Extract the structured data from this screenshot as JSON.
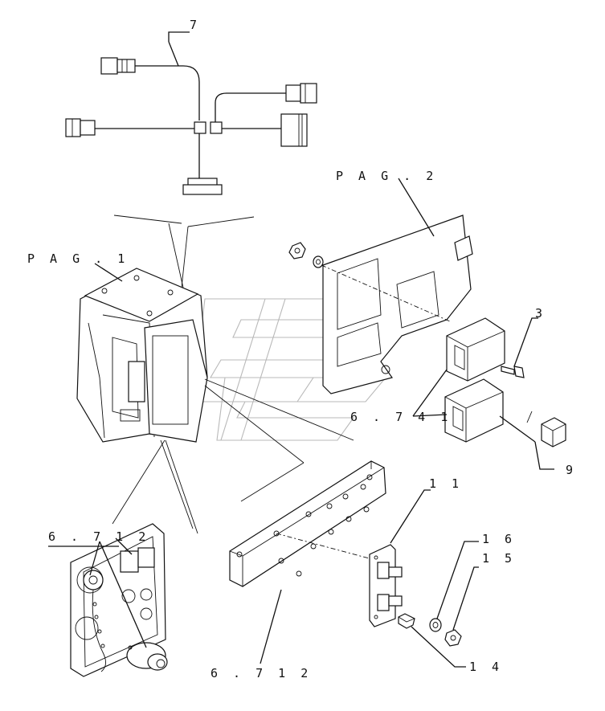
{
  "labels": {
    "ref_7": "7",
    "pag_2": "P A G . 2",
    "pag_1": "P A G . 1",
    "ref_3": "3",
    "ref_6741": "6 . 7 4 1",
    "ref_9": "9",
    "ref_6712_left": "6 . 7 1 2",
    "ref_11": "1 1",
    "ref_16": "1 6",
    "ref_15": "1 5",
    "ref_6712_bottom": "6 . 7 1 2",
    "ref_14": "1 4"
  }
}
